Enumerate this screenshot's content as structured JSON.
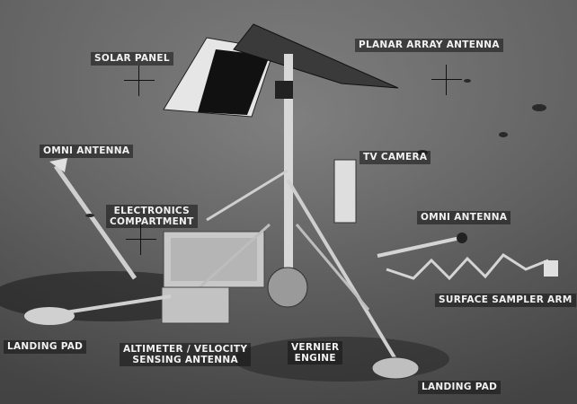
{
  "labels": {
    "solar_panel": "SOLAR PANEL",
    "planar_array_antenna": "PLANAR ARRAY ANTENNA",
    "omni_antenna_left": "OMNI ANTENNA",
    "tv_camera": "TV CAMERA",
    "electronics_compartment_line1": "ELECTRONICS",
    "electronics_compartment_line2": "COMPARTMENT",
    "omni_antenna_right": "OMNI ANTENNA",
    "surface_sampler_arm": "SURFACE SAMPLER ARM",
    "landing_pad_left": "LANDING PAD",
    "altimeter_line1": "ALTIMETER / VELOCITY",
    "altimeter_line2": "SENSING ANTENNA",
    "vernier_line1": "VERNIER",
    "vernier_line2": "ENGINE",
    "landing_pad_right": "LANDING PAD"
  }
}
